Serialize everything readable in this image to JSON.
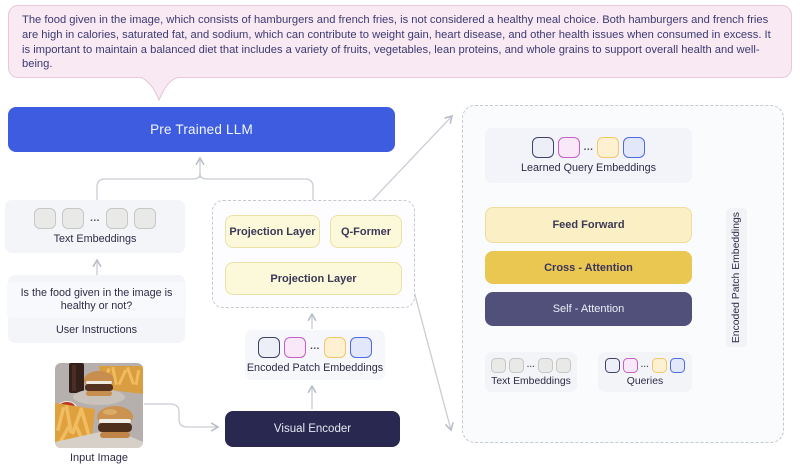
{
  "bubble": {
    "text": "The food given in the image, which consists of hamburgers and french fries, is not considered a healthy meal choice. Both hamburgers and french fries are high in calories, saturated fat, and sodium, which can contribute to weight gain, heart disease, and other health issues when consumed in excess. It is important to maintain a balanced diet that includes a variety of fruits, vegetables, lean proteins, and whole grains to support overall health and well-being."
  },
  "llm": {
    "label": "Pre Trained LLM"
  },
  "left": {
    "text_embeddings_label": "Text Embeddings",
    "question": "Is the food given in the image is healthy or not?",
    "user_instructions_label": "User Instructions",
    "input_image_label": "Input Image"
  },
  "mid": {
    "projection_top": "Projection Layer",
    "q_former": "Q-Former",
    "projection_bottom": "Projection Layer",
    "patch_label": "Encoded Patch Embeddings",
    "visual_encoder": "Visual Encoder"
  },
  "right": {
    "learned_query_label": "Learned Query Embeddings",
    "feed_forward": "Feed Forward",
    "cross_attention": "Cross - Attention",
    "self_attention": "Self - Attention",
    "text_embeddings_label": "Text Embeddings",
    "queries_label": "Queries",
    "side_label": "Encoded Patch Embeddings"
  },
  "ellipsis": "...",
  "colors": {
    "llm_blue": "#3d5ce0",
    "bubble_pink": "#f8e9f2",
    "bubble_border": "#e9c8dc",
    "light_yellow": "#fcf9da",
    "feed_forward_yellow": "#fbf0c5",
    "cross_attention_gold": "#e9c751",
    "self_attention_slate": "#50507b",
    "visual_encoder_navy": "#282850",
    "panel_gray": "#f4f5f8",
    "token_navy": "#40406a",
    "token_pink": "#c95ec9",
    "token_yellow": "#f3c76a",
    "token_blue": "#4d6be4",
    "token_gray": "#c6c8c6",
    "wire_gray": "#c9cdd4"
  }
}
